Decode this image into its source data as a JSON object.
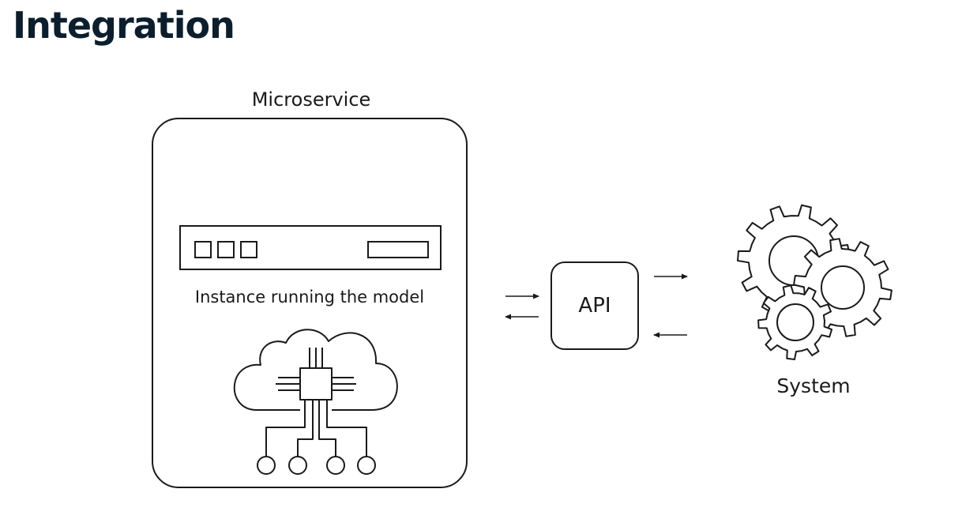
{
  "page": {
    "title": "Integration"
  },
  "diagram": {
    "microservice": {
      "label": "Microservice",
      "instance_label": "Instance running the model",
      "icons": [
        "server-rack-icon",
        "cloud-chip-icon"
      ]
    },
    "api": {
      "label": "API",
      "icons": [
        "bidirectional-arrows-icon"
      ]
    },
    "system": {
      "label": "System",
      "icons": [
        "gears-icon"
      ]
    },
    "colors": {
      "stroke": "#1a1a1a",
      "title": "#0b1e2d",
      "background": "#ffffff"
    }
  }
}
